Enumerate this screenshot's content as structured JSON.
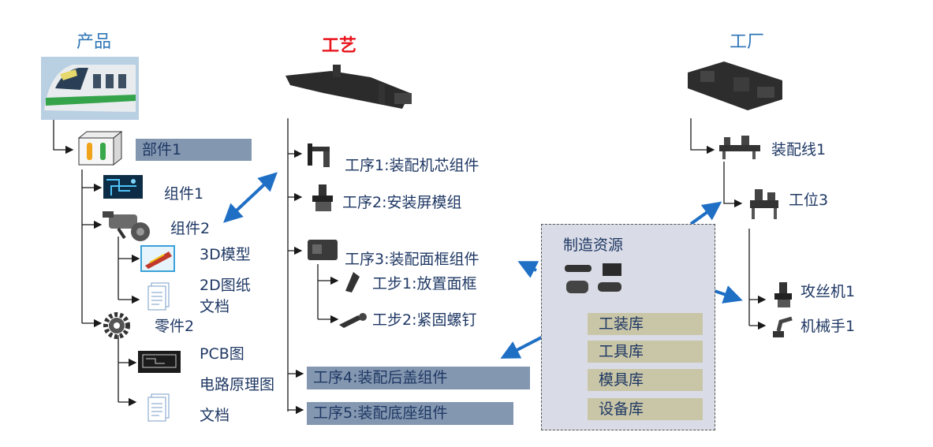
{
  "headers": {
    "product": "产品",
    "process": "工艺",
    "factory": "工厂"
  },
  "product": {
    "part": "部件1",
    "assembly1": "组件1",
    "assembly2": "组件2",
    "model3d": "3D模型",
    "drawing2d": "2D图纸",
    "doc1": "文档",
    "component2": "零件2",
    "pcb": "PCB图",
    "schematic": "电路原理图",
    "doc2": "文档"
  },
  "process": {
    "op1": "工序1:装配机芯组件",
    "op2": "工序2:安装屏模组",
    "op3": "工序3:装配面框组件",
    "step1": "工步1:放置面框",
    "step2": "工步2:紧固螺钉",
    "op4": "工序4:装配后盖组件",
    "op5": "工序5:装配底座组件"
  },
  "resources": {
    "title": "制造资源",
    "items": [
      "工装库",
      "工具库",
      "模具库",
      "设备库"
    ]
  },
  "factory": {
    "line": "装配线1",
    "station": "工位3",
    "tapper": "攻丝机1",
    "robot": "机械手1"
  },
  "colors": {
    "line": "#1a1a1a",
    "arrow_blue": "#1f6fc5",
    "bar": "#8497b0",
    "resource_bar": "#c9c6a8"
  }
}
